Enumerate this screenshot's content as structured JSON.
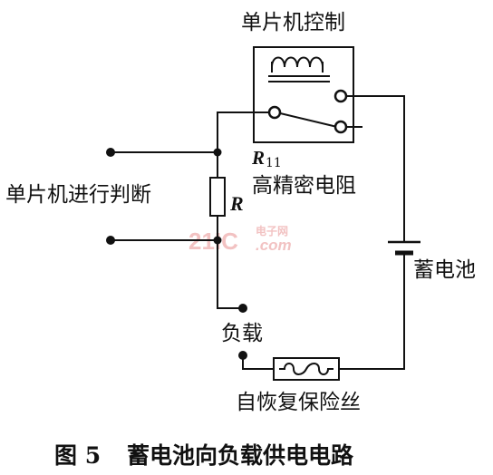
{
  "diagram": {
    "labels": {
      "mcu_control": "单片机控制",
      "mcu_judge": "单片机进行判断",
      "r11": "R",
      "r11_sub": "11",
      "high_precision_resistor": "高精密电阻",
      "r": "R",
      "battery": "蓄电池",
      "load": "负载",
      "fuse": "自恢复保险丝"
    },
    "caption": {
      "figure_number": "图 5",
      "text": "蓄电池向负载供电电路"
    },
    "watermark": {
      "brand": "21IC",
      "site_cn": "电子网",
      "site_en": ".com",
      "color": "#f0b8b8"
    },
    "colors": {
      "line": "#111111",
      "background": "#ffffff"
    }
  }
}
